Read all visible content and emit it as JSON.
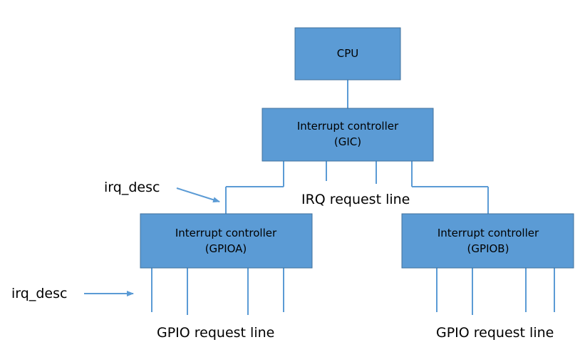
{
  "nodes": {
    "cpu": {
      "line1": "CPU"
    },
    "gic": {
      "line1": "Interrupt controller",
      "line2": "(GIC)"
    },
    "gpioa": {
      "line1": "Interrupt controller",
      "line2": "(GPIOA)"
    },
    "gpiob": {
      "line1": "Interrupt controller",
      "line2": "(GPIOB)"
    }
  },
  "labels": {
    "irq_desc_upper": "irq_desc",
    "irq_desc_lower": "irq_desc",
    "irq_request_line": "IRQ request line",
    "gpio_request_line_left": "GPIO request line",
    "gpio_request_line_right": "GPIO request line"
  },
  "colors": {
    "box_fill": "#5b9bd5",
    "box_border": "#41719c",
    "line": "#5b9bd5",
    "text": "#000000"
  }
}
